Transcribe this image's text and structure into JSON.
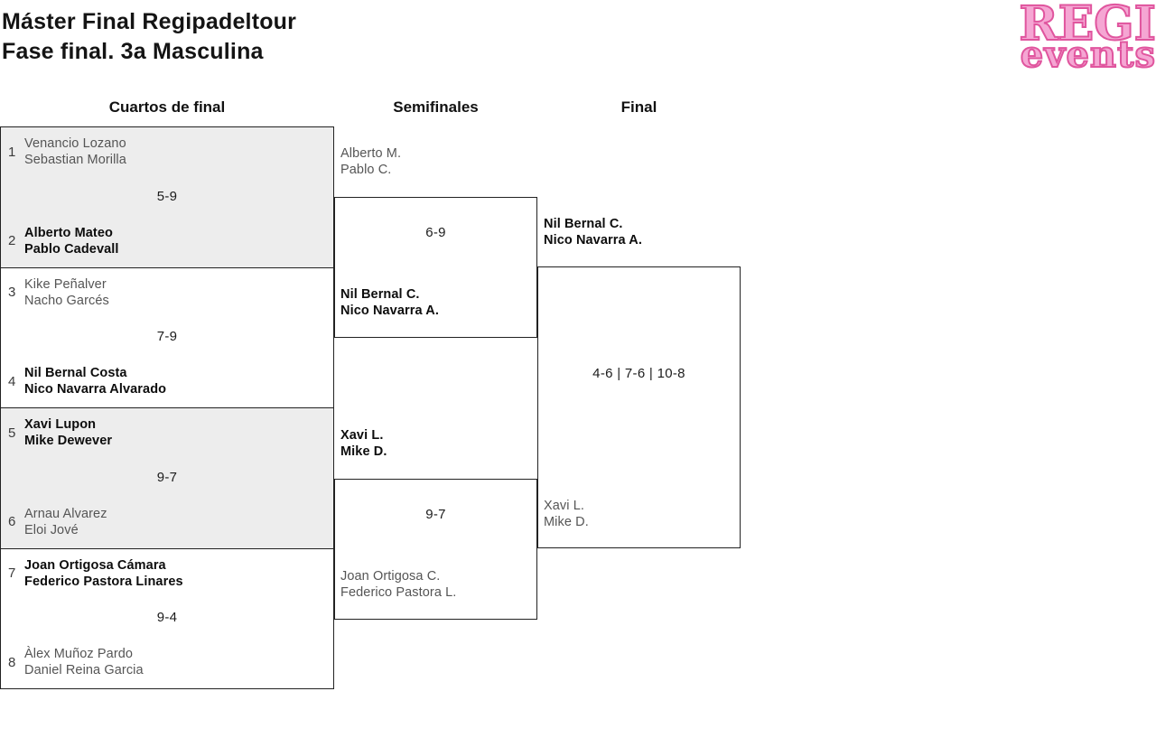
{
  "header": {
    "title_line1": "Máster Final Regipadeltour",
    "title_line2": "Fase final. 3a Masculina"
  },
  "logo": {
    "line1": "REGI",
    "line2": "events",
    "fill_color": "#F5A6D3",
    "stroke_color": "#E0559E"
  },
  "rounds": [
    {
      "label": "Cuartos de final"
    },
    {
      "label": "Semifinales"
    },
    {
      "label": "Final"
    }
  ],
  "colors": {
    "shaded_match_bg": "#EDEDED",
    "border": "#222222",
    "winner_text": "#0D0D0D",
    "loser_text": "#555555"
  },
  "bracket": {
    "quarterfinals": [
      {
        "seed_top": "1",
        "seed_bottom": "2",
        "team_top": {
          "p1": "Venancio Lozano",
          "p2": "Sebastian Morilla",
          "winner": false
        },
        "team_bottom": {
          "p1": "Alberto Mateo",
          "p2": "Pablo Cadevall",
          "winner": true
        },
        "score": "5-9"
      },
      {
        "seed_top": "3",
        "seed_bottom": "4",
        "team_top": {
          "p1": "Kike Peñalver",
          "p2": "Nacho Garcés",
          "winner": false
        },
        "team_bottom": {
          "p1": "Nil Bernal Costa",
          "p2": "Nico Navarra Alvarado",
          "winner": true
        },
        "score": "7-9"
      },
      {
        "seed_top": "5",
        "seed_bottom": "6",
        "team_top": {
          "p1": "Xavi Lupon",
          "p2": "Mike Dewever",
          "winner": true
        },
        "team_bottom": {
          "p1": "Arnau Alvarez",
          "p2": "Eloi Jové",
          "winner": false
        },
        "score": "9-7"
      },
      {
        "seed_top": "7",
        "seed_bottom": "8",
        "team_top": {
          "p1": "Joan Ortigosa Cámara",
          "p2": "Federico Pastora Linares",
          "winner": true
        },
        "team_bottom": {
          "p1": "Àlex Muñoz Pardo",
          "p2": "Daniel Reina Garcia",
          "winner": false
        },
        "score": "9-4"
      }
    ],
    "semifinals": [
      {
        "team_top": {
          "p1": "Alberto M.",
          "p2": "Pablo C.",
          "winner": false
        },
        "team_bottom": {
          "p1": "Nil Bernal C.",
          "p2": "Nico Navarra A.",
          "winner": true
        },
        "score": "6-9"
      },
      {
        "team_top": {
          "p1": "Xavi L.",
          "p2": "Mike D.",
          "winner": true
        },
        "team_bottom": {
          "p1": "Joan Ortigosa C.",
          "p2": "Federico Pastora L.",
          "winner": false
        },
        "score": "9-7"
      }
    ],
    "final": {
      "team_top": {
        "p1": "Nil Bernal C.",
        "p2": "Nico Navarra A.",
        "winner": true
      },
      "team_bottom": {
        "p1": "Xavi L.",
        "p2": "Mike D.",
        "winner": false
      },
      "score": "4-6 | 7-6 | 10-8"
    }
  }
}
